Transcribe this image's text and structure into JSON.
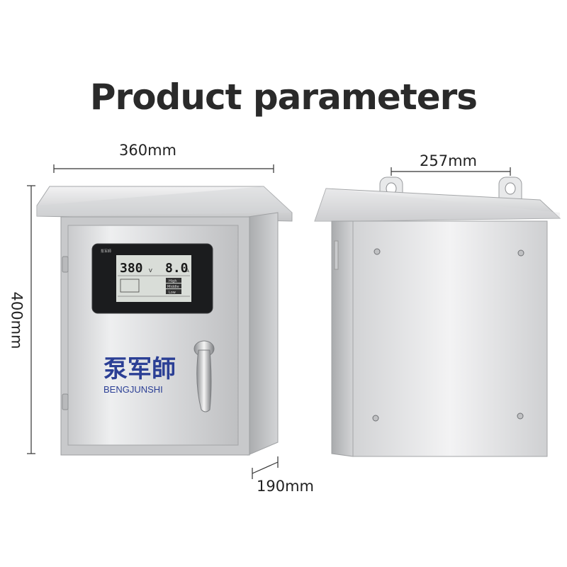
{
  "title": "Product parameters",
  "dimensions": {
    "width": "360mm",
    "height": "400mm",
    "depth": "190mm",
    "hanger_spacing": "257mm"
  },
  "display": {
    "voltage": "380",
    "voltage_unit": "V",
    "current": "8.0",
    "current_unit": "A",
    "status_high": "High",
    "status_middle": "Middle",
    "status_low": "Low"
  },
  "brand": {
    "name_cn": "泵军師",
    "name_en": "BENGJUNSHI"
  },
  "colors": {
    "brand_blue": "#2b3f95",
    "steel_light": "#e6e7e8",
    "steel_dark": "#9a9c9f"
  }
}
